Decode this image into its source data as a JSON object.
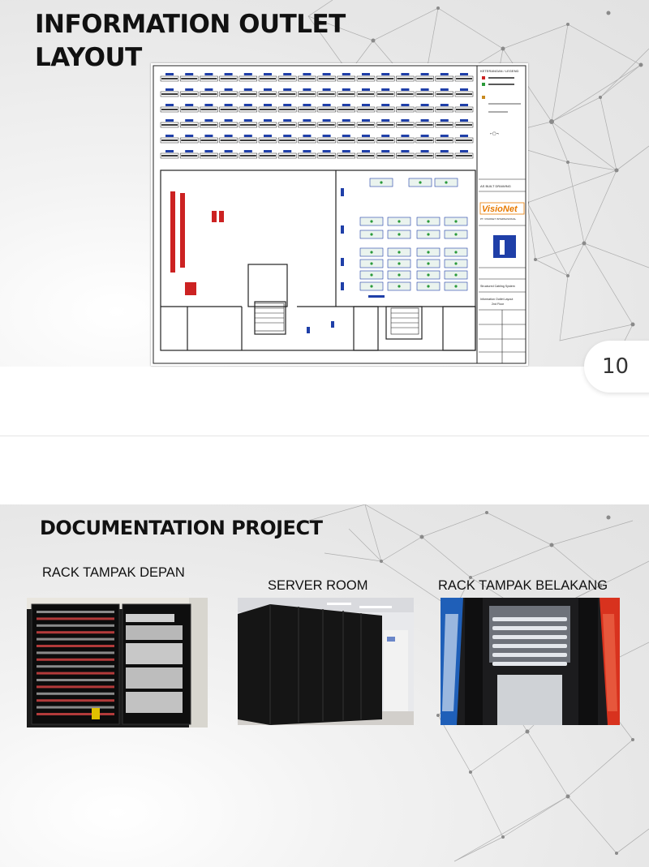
{
  "slide1": {
    "title": "INFORMATION OUTLET LAYOUT",
    "page_number": "10",
    "figure": {
      "kind": "floor plan drawing",
      "legend_header": "KETERANGAN / LEGEND",
      "brand_text": "VisioNet",
      "brand_subtext": "PT. VISIONET INTERNASIONAL",
      "title_block_lines": [
        "AS BUILT DRAWING",
        "Structured Cabling System",
        "Information Outlet Layout",
        "2nd Floor"
      ]
    }
  },
  "slide2": {
    "title": "DOCUMENTATION PROJECT",
    "captions": {
      "front_rack": "RACK TAMPAK DEPAN",
      "server_room": "SERVER ROOM",
      "back_rack": "RACK TAMPAK BELAKANG"
    }
  },
  "colors": {
    "accent_red": "#cc2222",
    "plan_blue": "#1f3fa8",
    "brand_orange": "#e87a00"
  }
}
